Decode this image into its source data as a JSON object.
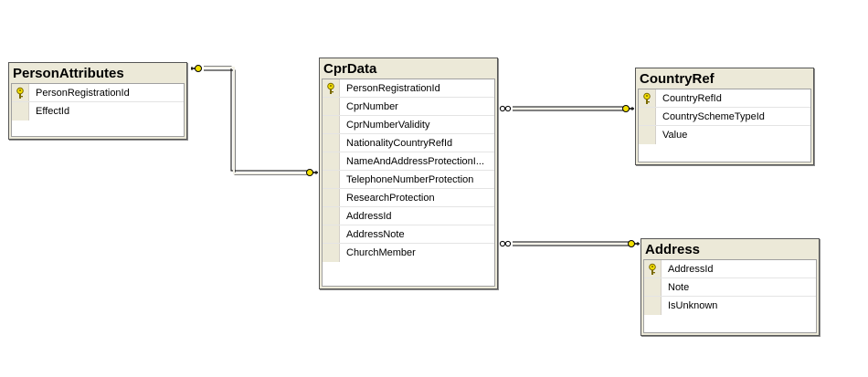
{
  "tables": {
    "person_attributes": {
      "title": "PersonAttributes",
      "columns": [
        {
          "name": "PersonRegistrationId",
          "icon": "key-icon"
        },
        {
          "name": "EffectId",
          "icon": ""
        }
      ]
    },
    "cpr_data": {
      "title": "CprData",
      "columns": [
        {
          "name": "PersonRegistrationId",
          "icon": "key-icon"
        },
        {
          "name": "CprNumber",
          "icon": ""
        },
        {
          "name": "CprNumberValidity",
          "icon": ""
        },
        {
          "name": "NationalityCountryRefId",
          "icon": ""
        },
        {
          "name": "NameAndAddressProtectionI...",
          "icon": ""
        },
        {
          "name": "TelephoneNumberProtection",
          "icon": ""
        },
        {
          "name": "ResearchProtection",
          "icon": ""
        },
        {
          "name": "AddressId",
          "icon": ""
        },
        {
          "name": "AddressNote",
          "icon": ""
        },
        {
          "name": "ChurchMember",
          "icon": ""
        }
      ]
    },
    "country_ref": {
      "title": "CountryRef",
      "columns": [
        {
          "name": "CountryRefId",
          "icon": "key-icon"
        },
        {
          "name": "CountrySchemeTypeId",
          "icon": ""
        },
        {
          "name": "Value",
          "icon": ""
        }
      ]
    },
    "address": {
      "title": "Address",
      "columns": [
        {
          "name": "AddressId",
          "icon": "key-icon"
        },
        {
          "name": "Note",
          "icon": ""
        },
        {
          "name": "IsUnknown",
          "icon": ""
        }
      ]
    }
  },
  "relationships": [
    {
      "from": "PersonAttributes",
      "to": "CprData",
      "from_end": "one-key",
      "to_end": "one-key"
    },
    {
      "from": "CprData",
      "to": "CountryRef",
      "from_end": "many",
      "to_end": "one-key"
    },
    {
      "from": "CprData",
      "to": "Address",
      "from_end": "many",
      "to_end": "one-key"
    }
  ],
  "colors": {
    "table_header": "#ece9d8",
    "key_icon": "#e8c800",
    "connector": "#000000"
  }
}
